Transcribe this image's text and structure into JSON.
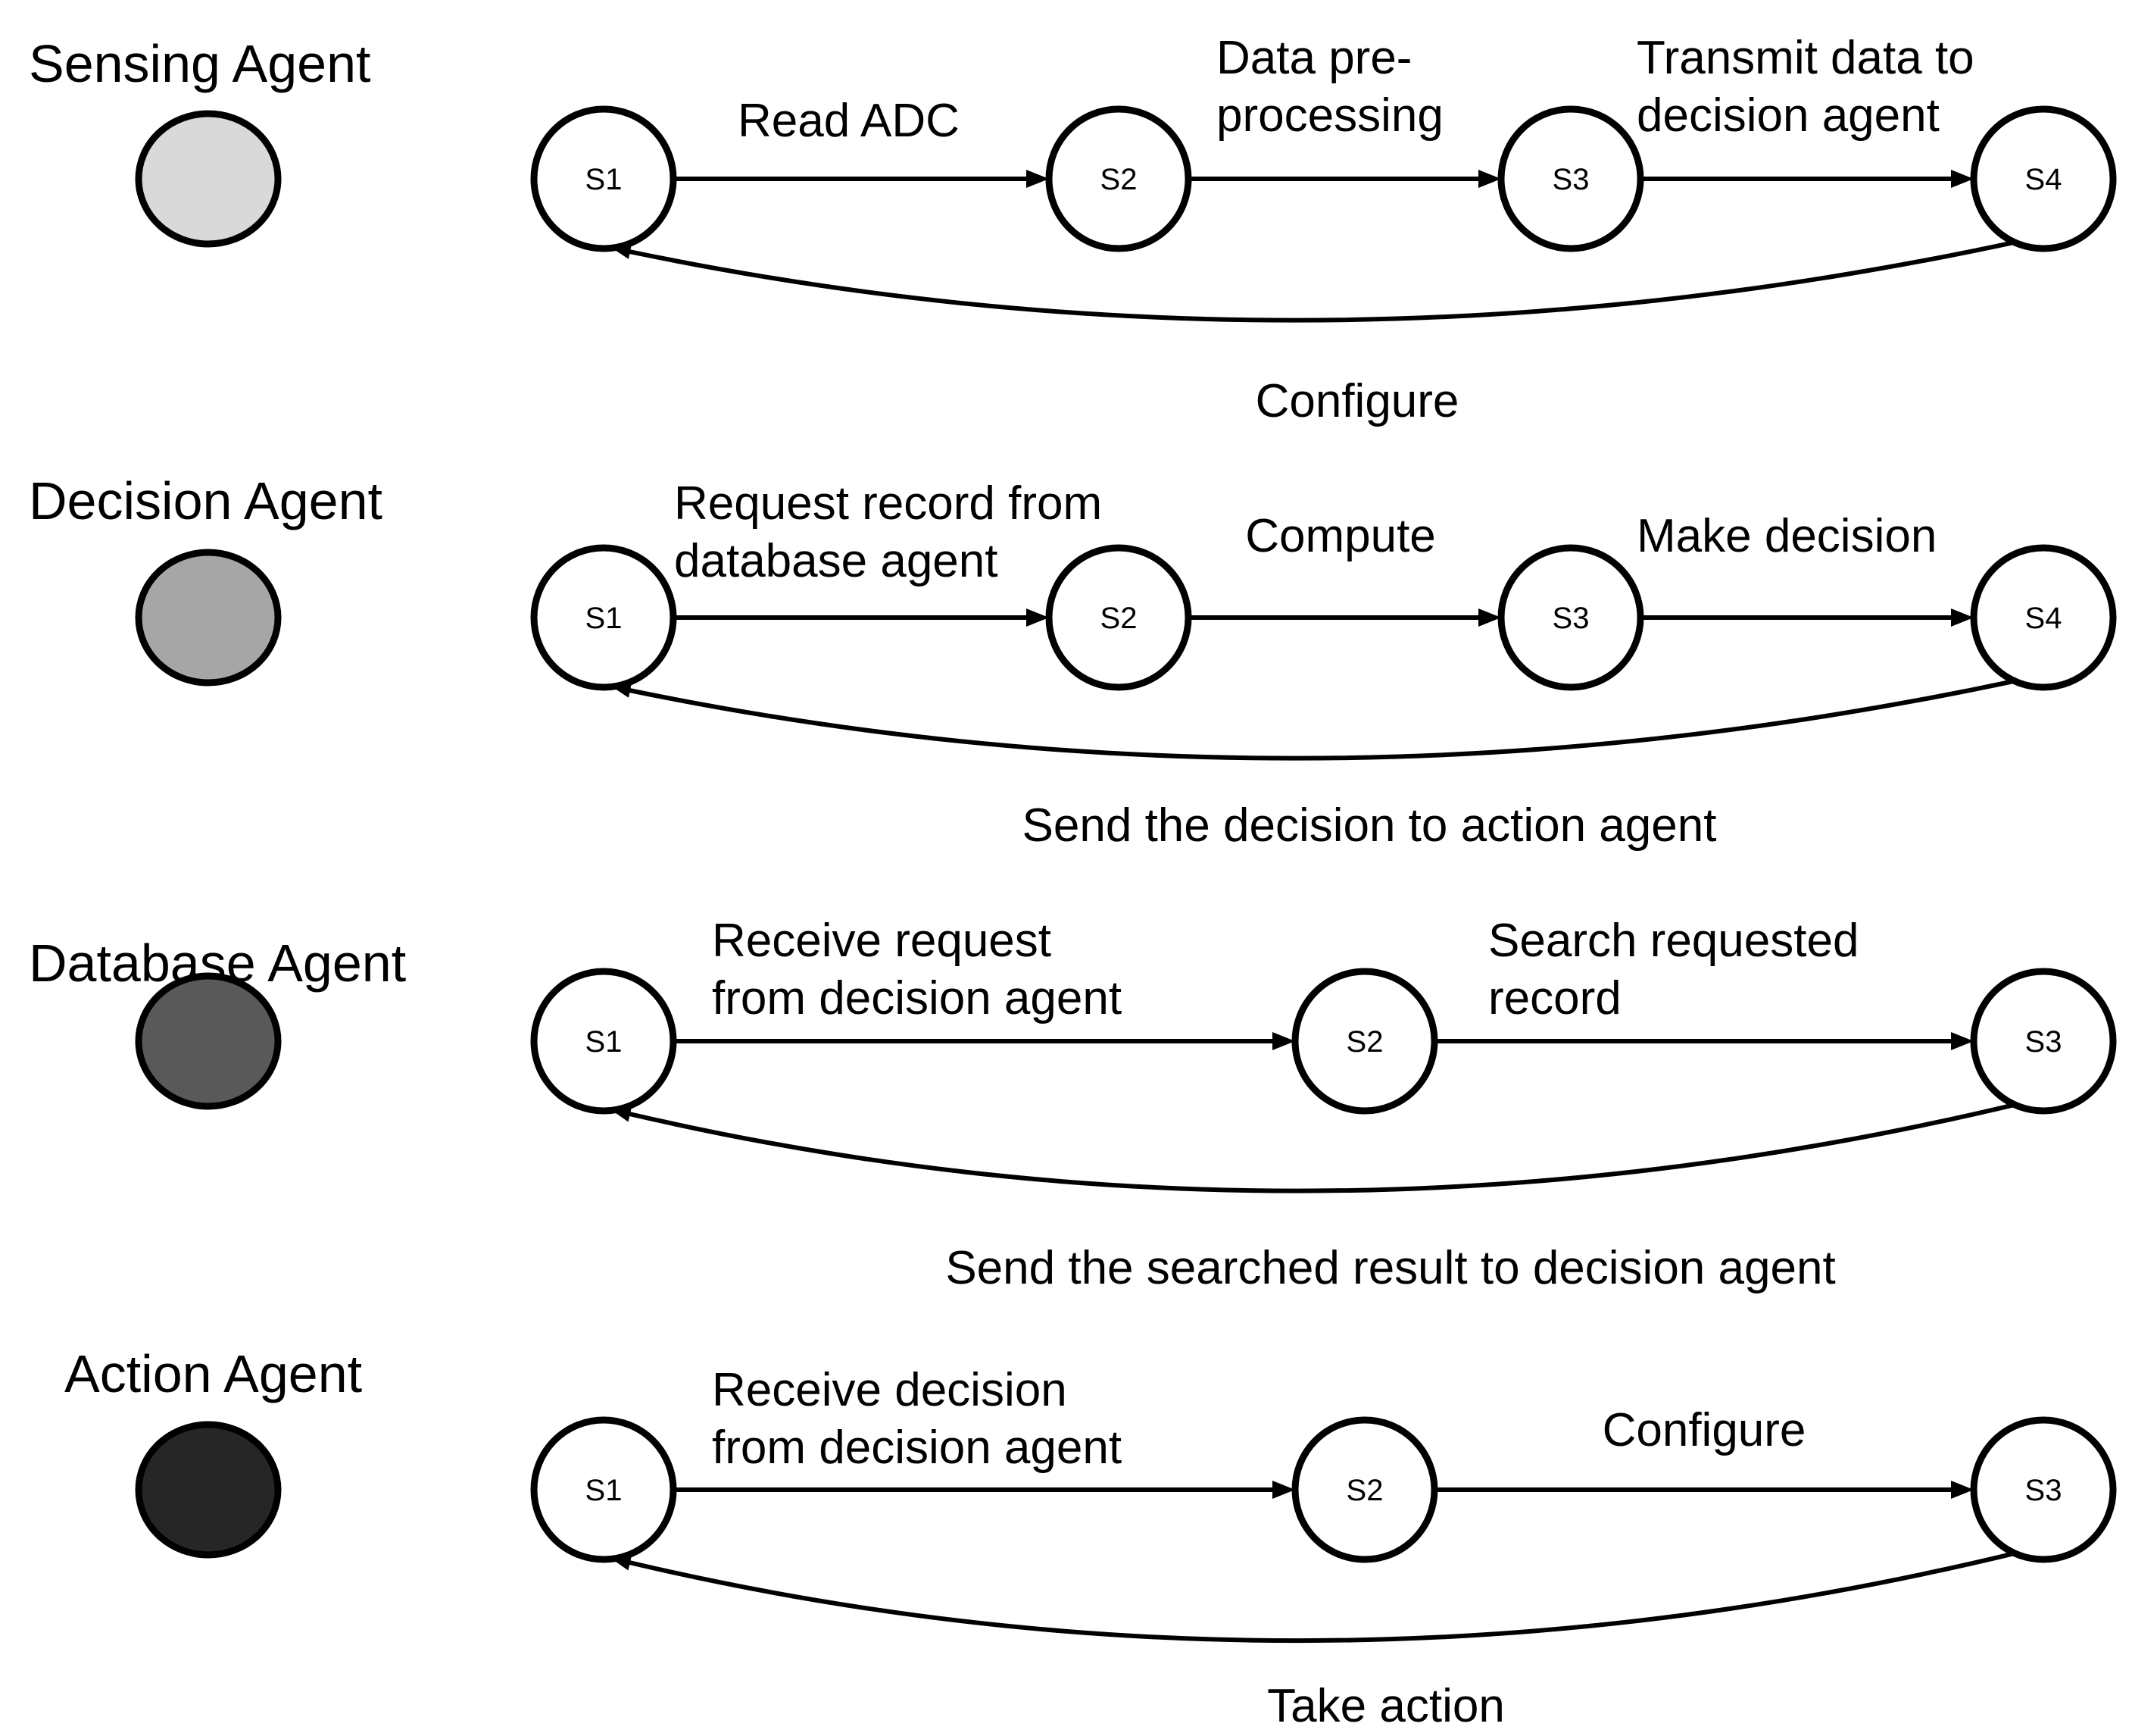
{
  "agents": [
    {
      "title": "Sensing Agent",
      "token_color": "#d9d9d9",
      "states": [
        "S1",
        "S2",
        "S3",
        "S4"
      ],
      "transitions": [
        {
          "lines": [
            "Read ADC"
          ]
        },
        {
          "lines": [
            "Data pre-",
            "processing"
          ]
        },
        {
          "lines": [
            "Transmit data to",
            "decision agent"
          ]
        }
      ],
      "return_label": "Configure"
    },
    {
      "title": "Decision Agent",
      "token_color": "#a6a6a6",
      "states": [
        "S1",
        "S2",
        "S3",
        "S4"
      ],
      "transitions": [
        {
          "lines": [
            "Request record from",
            "database agent"
          ]
        },
        {
          "lines": [
            "Compute"
          ]
        },
        {
          "lines": [
            "Make decision"
          ]
        }
      ],
      "return_label": "Send the decision to action agent"
    },
    {
      "title": "Database Agent",
      "token_color": "#595959",
      "states": [
        "S1",
        "S2",
        "S3"
      ],
      "transitions": [
        {
          "lines": [
            "Receive request",
            "from decision agent"
          ]
        },
        {
          "lines": [
            "Search requested",
            "record"
          ]
        }
      ],
      "return_label": "Send the searched result to decision agent"
    },
    {
      "title": "Action Agent",
      "token_color": "#262626",
      "states": [
        "S1",
        "S2",
        "S3"
      ],
      "transitions": [
        {
          "lines": [
            "Receive decision",
            "from decision agent"
          ]
        },
        {
          "lines": [
            "Configure"
          ]
        }
      ],
      "return_label": "Take action"
    }
  ]
}
